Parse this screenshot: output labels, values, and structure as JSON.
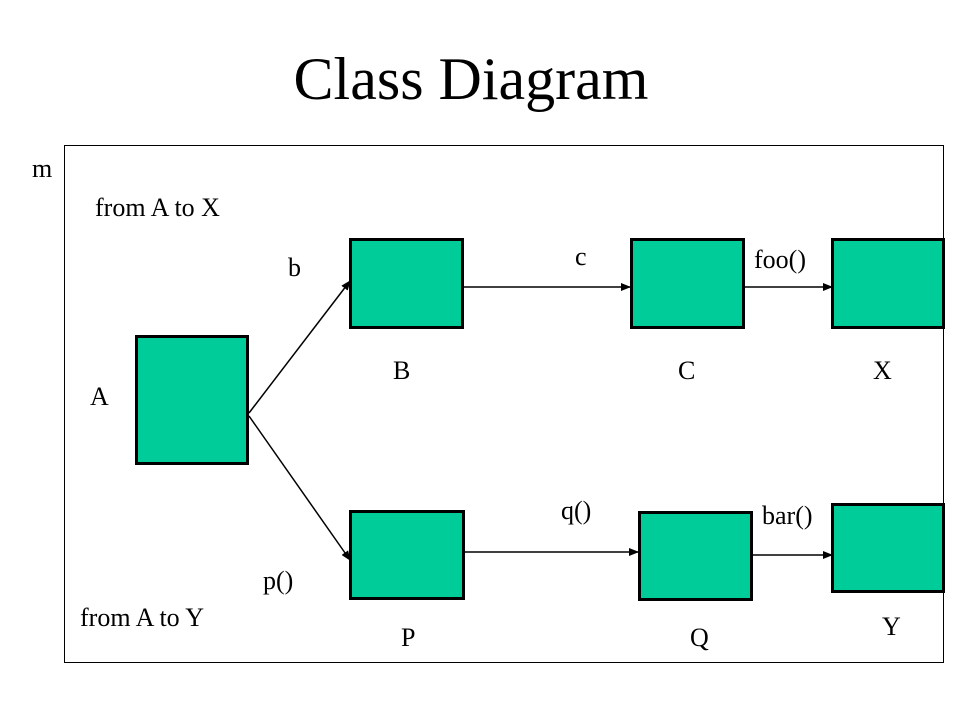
{
  "title": "Class Diagram",
  "frame_label": "m",
  "path_labels": {
    "top": "from A to X",
    "bottom": "from A to Y"
  },
  "nodes": {
    "A": "A",
    "B": "B",
    "C": "C",
    "X": "X",
    "P": "P",
    "Q": "Q",
    "Y": "Y"
  },
  "edges": {
    "a_b": "b",
    "b_c": "c",
    "c_x": "foo()",
    "a_p": "p()",
    "p_q": "q()",
    "q_y": "bar()"
  },
  "colors": {
    "box_fill": "#00cc99",
    "stroke": "#000000"
  }
}
